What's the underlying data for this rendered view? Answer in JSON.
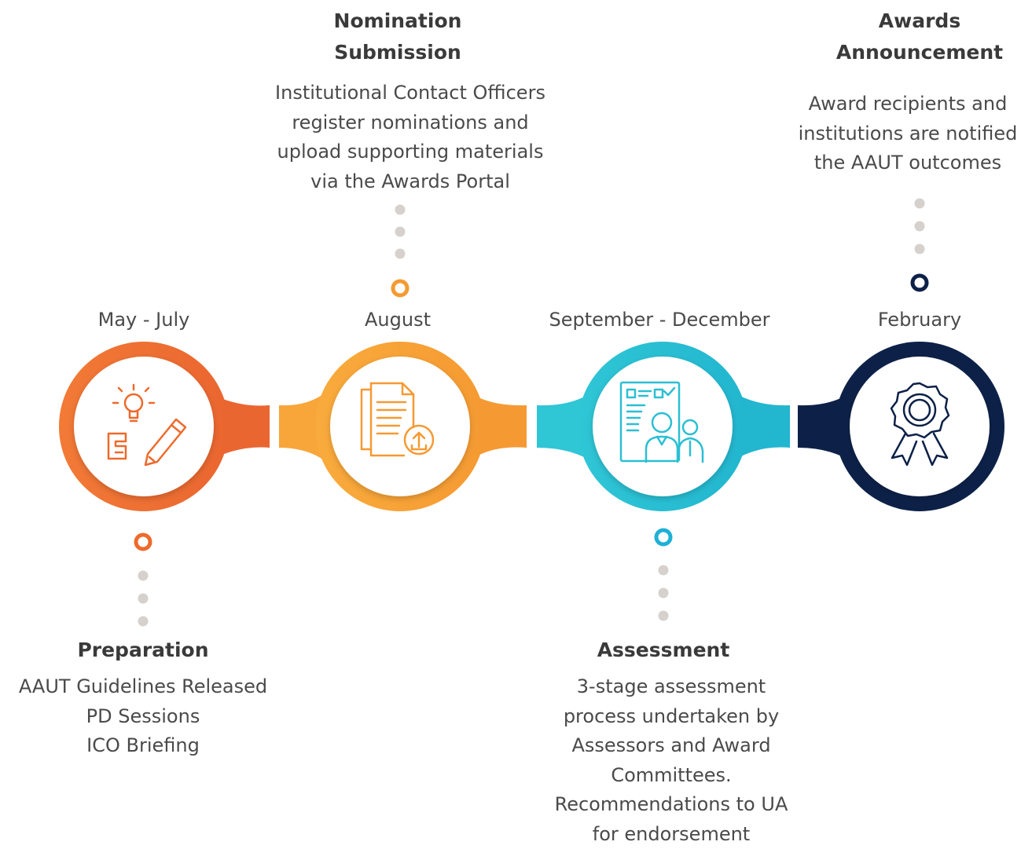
{
  "stages": [
    {
      "date": "May - July",
      "title": [
        "Preparation"
      ],
      "description": [
        "AAUT Guidelines Released",
        "PD Sessions",
        "ICO Briefing"
      ],
      "color": "#ee6a2c",
      "icon": "lightbulb-pencil-icon"
    },
    {
      "date": "August",
      "title": [
        "Nomination",
        "Submission"
      ],
      "description": [
        "Institutional Contact Officers",
        "register nominations and",
        "upload supporting materials",
        "via the Awards Portal"
      ],
      "color": "#f7a035",
      "icon": "document-upload-icon"
    },
    {
      "date": "September -  December",
      "title": [
        "Assessment"
      ],
      "description": [
        "3-stage assessment",
        "process undertaken by",
        "Assessors and Award",
        "Committees.",
        "Recommendations to UA",
        "for endorsement"
      ],
      "color": "#2bbfd3",
      "icon": "assessors-icon"
    },
    {
      "date": "February",
      "title": [
        "Awards",
        "Announcement"
      ],
      "description": [
        "Award recipients and",
        "institutions are notified",
        "the AAUT outcomes"
      ],
      "color": "#0d2148",
      "icon": "award-ribbon-icon"
    }
  ],
  "colors": {
    "dots": "#d6d1cd",
    "background": "#ffffff"
  }
}
